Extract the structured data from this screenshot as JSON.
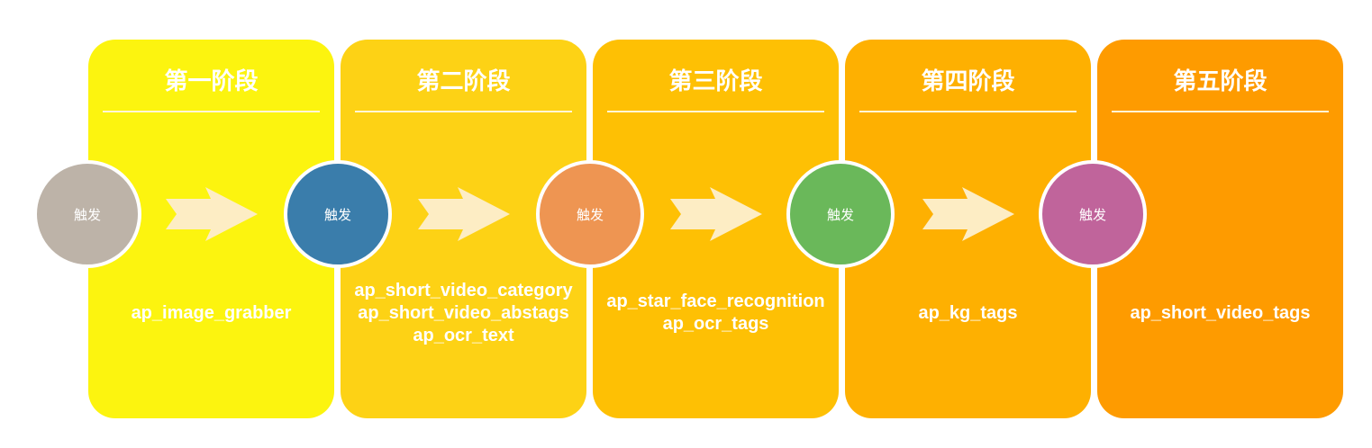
{
  "trigger_label": "触发",
  "stages": [
    {
      "title": "第一阶段",
      "color": "#fcf40f",
      "tasks": [
        "ap_image_grabber"
      ]
    },
    {
      "title": "第二阶段",
      "color": "#fdd215",
      "tasks": [
        "ap_short_video_category",
        "ap_short_video_abstags",
        "ap_ocr_text"
      ]
    },
    {
      "title": "第三阶段",
      "color": "#fec004",
      "tasks": [
        "ap_star_face_recognition",
        "ap_ocr_tags"
      ]
    },
    {
      "title": "第四阶段",
      "color": "#feb001",
      "tasks": [
        "ap_kg_tags"
      ]
    },
    {
      "title": "第五阶段",
      "color": "#fe9b00",
      "tasks": [
        "ap_short_video_tags"
      ]
    }
  ],
  "trigger_nodes": [
    {
      "color": "#bdb3a8"
    },
    {
      "color": "#3a7dab"
    },
    {
      "color": "#ee9552"
    },
    {
      "color": "#6ab85a"
    },
    {
      "color": "#c0649b"
    }
  ],
  "arrow_color": "#fdedc4"
}
